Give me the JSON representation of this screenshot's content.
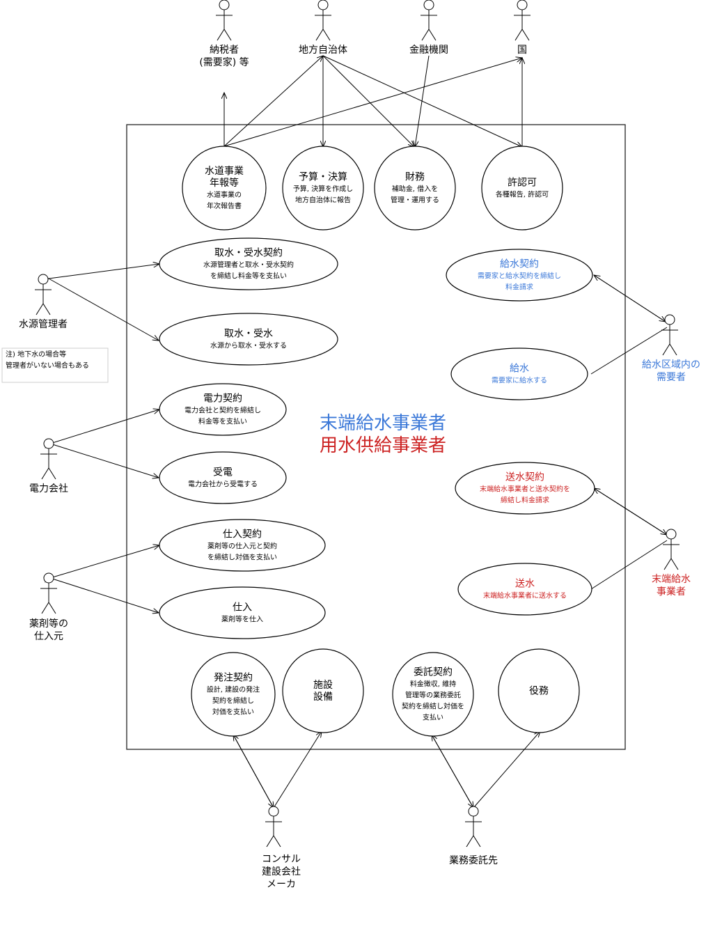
{
  "center": {
    "line1": "末端給水事業者",
    "line2": "用水供給事業者",
    "color1": "#3b78d8",
    "color2": "#cc2222"
  },
  "note": {
    "line1": "注) 地下水の場合等",
    "line2": "管理者がいない場合もある"
  },
  "actors": [
    {
      "key": "taxpayer",
      "lines": [
        "納税者",
        "(需要家) 等"
      ],
      "color": "#000000"
    },
    {
      "key": "local_gov",
      "lines": [
        "地方自治体"
      ],
      "color": "#000000"
    },
    {
      "key": "finance",
      "lines": [
        "金融機関"
      ],
      "color": "#000000"
    },
    {
      "key": "nation",
      "lines": [
        "国"
      ],
      "color": "#000000"
    },
    {
      "key": "water_source",
      "lines": [
        "水源管理者"
      ],
      "color": "#000000"
    },
    {
      "key": "power",
      "lines": [
        "電力会社"
      ],
      "color": "#000000"
    },
    {
      "key": "chemical",
      "lines": [
        "薬剤等の",
        "仕入元"
      ],
      "color": "#000000"
    },
    {
      "key": "consul",
      "lines": [
        "コンサル",
        "建設会社",
        "メーカ"
      ],
      "color": "#000000"
    },
    {
      "key": "outsource",
      "lines": [
        "業務委託先"
      ],
      "color": "#000000"
    },
    {
      "key": "consumer",
      "lines": [
        "給水区域内の",
        "需要者"
      ],
      "color": "#3b78d8"
    },
    {
      "key": "end_supplier",
      "lines": [
        "末端給水",
        "事業者"
      ],
      "color": "#cc2222"
    }
  ],
  "usecases": [
    {
      "key": "annual_report",
      "title": [
        "水道事業",
        "年報等"
      ],
      "desc": [
        "水道事業の",
        "年次報告書"
      ],
      "color": "#000000"
    },
    {
      "key": "budget",
      "title": [
        "予算・決算"
      ],
      "desc": [
        "予算, 決算を作成し",
        "地方自治体に報告"
      ],
      "color": "#000000"
    },
    {
      "key": "finance_uc",
      "title": [
        "財務"
      ],
      "desc": [
        "補助金, 借入を",
        "管理・運用する"
      ],
      "color": "#000000"
    },
    {
      "key": "license",
      "title": [
        "許認可"
      ],
      "desc": [
        "各種報告, 許認可"
      ],
      "color": "#000000"
    },
    {
      "key": "intake_contract",
      "title": [
        "取水・受水契約"
      ],
      "desc": [
        "水源管理者と取水・受水契約",
        "を締結し料金等を支払い"
      ],
      "color": "#000000"
    },
    {
      "key": "intake",
      "title": [
        "取水・受水"
      ],
      "desc": [
        "水源から取水・受水する"
      ],
      "color": "#000000"
    },
    {
      "key": "power_contract",
      "title": [
        "電力契約"
      ],
      "desc": [
        "電力会社と契約を締結し",
        "料金等を支払い"
      ],
      "color": "#000000"
    },
    {
      "key": "power_receive",
      "title": [
        "受電"
      ],
      "desc": [
        "電力会社から受電する"
      ],
      "color": "#000000"
    },
    {
      "key": "purchase_contract",
      "title": [
        "仕入契約"
      ],
      "desc": [
        "薬剤等の仕入元と契約",
        "を締結し対価を支払い"
      ],
      "color": "#000000"
    },
    {
      "key": "purchase",
      "title": [
        "仕入"
      ],
      "desc": [
        "薬剤等を仕入"
      ],
      "color": "#000000"
    },
    {
      "key": "supply_contract",
      "title": [
        "給水契約"
      ],
      "desc": [
        "需要家と給水契約を締結し",
        "料金請求"
      ],
      "color": "#3b78d8"
    },
    {
      "key": "supply",
      "title": [
        "給水"
      ],
      "desc": [
        "需要家に給水する"
      ],
      "color": "#3b78d8"
    },
    {
      "key": "send_contract",
      "title": [
        "送水契約"
      ],
      "desc": [
        "末端給水事業者と送水契約を",
        "締結し料金請求"
      ],
      "color": "#cc2222"
    },
    {
      "key": "send",
      "title": [
        "送水"
      ],
      "desc": [
        "末端給水事業者に送水する"
      ],
      "color": "#cc2222"
    },
    {
      "key": "order_contract",
      "title": [
        "発注契約"
      ],
      "desc": [
        "設計, 建設の発注",
        "契約を締結し",
        "対価を支払い"
      ],
      "color": "#000000"
    },
    {
      "key": "facility",
      "title": [
        "施設",
        "設備"
      ],
      "desc": [],
      "color": "#000000"
    },
    {
      "key": "outsource_contract",
      "title": [
        "委託契約"
      ],
      "desc": [
        "料金徴収, 維持",
        "管理等の業務委託",
        "契約を締結し対価を",
        "支払い"
      ],
      "color": "#000000"
    },
    {
      "key": "service",
      "title": [
        "役務"
      ],
      "desc": [],
      "color": "#000000"
    }
  ]
}
